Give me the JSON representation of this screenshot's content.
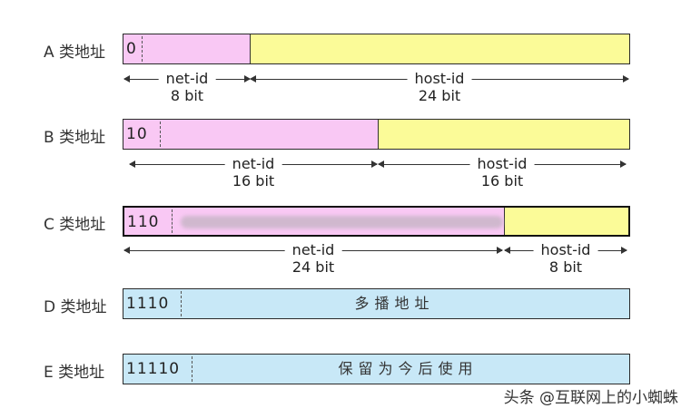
{
  "colors": {
    "net_pink": "#f9c8f4",
    "host_yellow": "#fbfb98",
    "special_blue": "#c8e8f7"
  },
  "rows": {
    "a": {
      "label": "A 类地址",
      "prefix": "0",
      "net_name": "net-id",
      "net_bits": "8 bit",
      "host_name": "host-id",
      "host_bits": "24 bit"
    },
    "b": {
      "label": "B 类地址",
      "prefix": "10",
      "net_name": "net-id",
      "net_bits": "16 bit",
      "host_name": "host-id",
      "host_bits": "16 bit"
    },
    "c": {
      "label": "C 类地址",
      "prefix": "110",
      "net_name": "net-id",
      "net_bits": "24 bit",
      "host_name": "host-id",
      "host_bits": "8 bit"
    },
    "d": {
      "label": "D 类地址",
      "prefix": "1110",
      "text": "多播地址"
    },
    "e": {
      "label": "E 类地址",
      "prefix": "11110",
      "text": "保留为今后使用"
    }
  },
  "watermark": "头条 @互联网上的小蜘蛛"
}
